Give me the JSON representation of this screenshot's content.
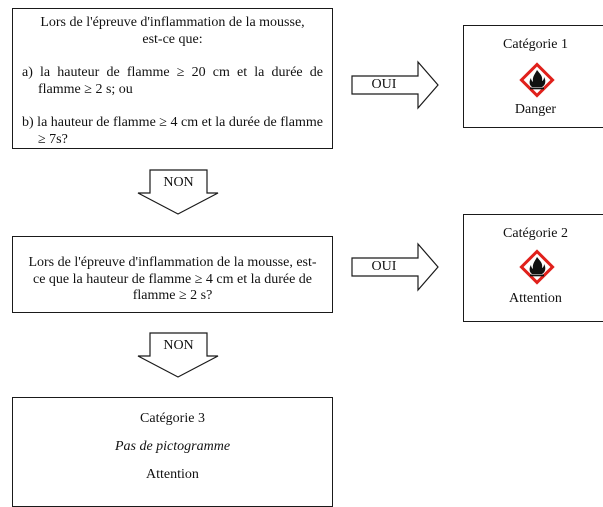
{
  "question1": {
    "intro": "Lors de l'épreuve d'inflammation de la mousse, est-ce que:",
    "option_a": "a) la hauteur de flamme ≥ 20 cm et la durée de flamme ≥ 2 s; ou",
    "option_b": "b) la hauteur de flamme ≥ 4 cm et la durée de flamme ≥ 7s?"
  },
  "question2": {
    "text": "Lors de l'épreuve d'inflammation de la mousse, est-ce que la hauteur de flamme ≥ 4 cm et la durée de flamme ≥ 2 s?"
  },
  "arrows": {
    "yes_label_1": "OUI",
    "no_label_1": "NON",
    "yes_label_2": "OUI",
    "no_label_2": "NON"
  },
  "category1": {
    "title": "Catégorie 1",
    "pictogram": "flame-icon",
    "signal_word": "Danger"
  },
  "category2": {
    "title": "Catégorie 2",
    "pictogram": "flame-icon",
    "signal_word": "Attention"
  },
  "category3": {
    "title": "Catégorie 3",
    "pictogram_note": "Pas de pictogramme",
    "signal_word": "Attention"
  },
  "colors": {
    "pictogram_border": "#e0201b",
    "line": "#1a1a1a"
  }
}
